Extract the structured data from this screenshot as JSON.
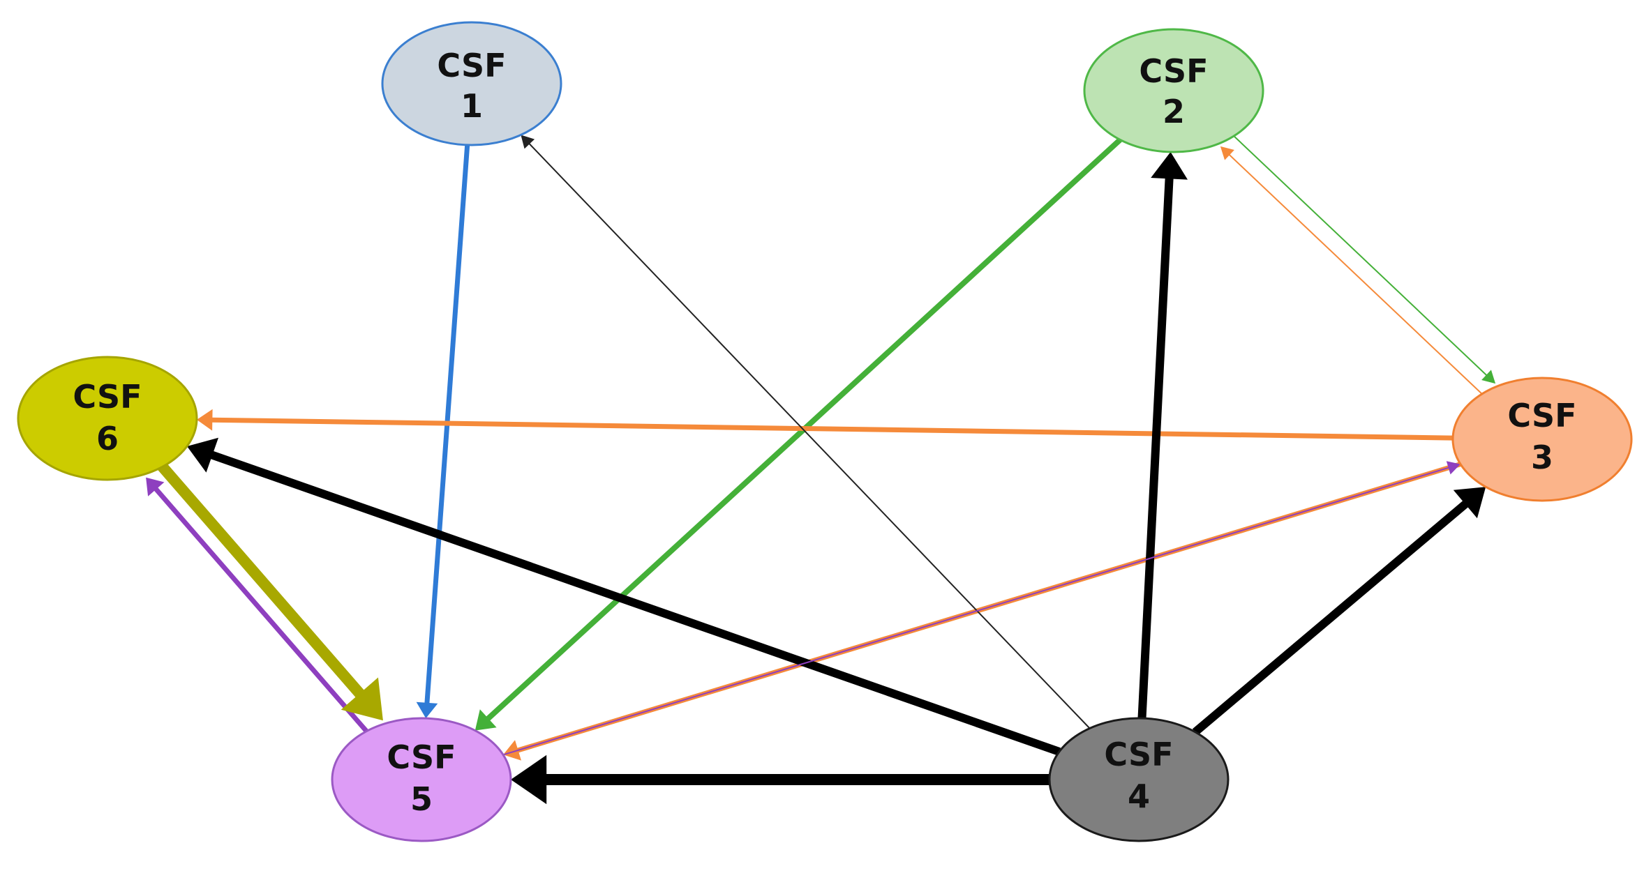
{
  "nodes": [
    {
      "id": "csf1",
      "line1": "CSF",
      "line2": "1",
      "fill": "#ccd6e0",
      "stroke": "#3b7fd0"
    },
    {
      "id": "csf2",
      "line1": "CSF",
      "line2": "2",
      "fill": "#bde3b3",
      "stroke": "#4fb847"
    },
    {
      "id": "csf3",
      "line1": "CSF",
      "line2": "3",
      "fill": "#fbb48a",
      "stroke": "#f07f2f"
    },
    {
      "id": "csf4",
      "line1": "CSF",
      "line2": "4",
      "fill": "#7f7f7f",
      "stroke": "#1a1a1a"
    },
    {
      "id": "csf5",
      "line1": "CSF",
      "line2": "5",
      "fill": "#dd9cf6",
      "stroke": "#9b59c4"
    },
    {
      "id": "csf6",
      "line1": "CSF",
      "line2": "6",
      "fill": "#cccc00",
      "stroke": "#a5a500"
    }
  ],
  "edges": [
    {
      "from": "csf1",
      "to": "csf5",
      "color": "#2f7bd6",
      "weight": "medium"
    },
    {
      "from": "csf2",
      "to": "csf5",
      "color": "#44b038",
      "weight": "medium-heavy"
    },
    {
      "from": "csf2",
      "to": "csf3",
      "color": "#44b038",
      "weight": "thin"
    },
    {
      "from": "csf3",
      "to": "csf2",
      "color": "#f58a3a",
      "weight": "thin"
    },
    {
      "from": "csf3",
      "to": "csf6",
      "color": "#f58a3a",
      "weight": "medium"
    },
    {
      "from": "csf3",
      "to": "csf5",
      "color": "#f58a3a",
      "weight": "medium"
    },
    {
      "from": "csf4",
      "to": "csf1",
      "color": "#222222",
      "weight": "thin"
    },
    {
      "from": "csf4",
      "to": "csf2",
      "color": "#000000",
      "weight": "heavy"
    },
    {
      "from": "csf4",
      "to": "csf3",
      "color": "#000000",
      "weight": "heavy"
    },
    {
      "from": "csf4",
      "to": "csf6",
      "color": "#000000",
      "weight": "heavy"
    },
    {
      "from": "csf4",
      "to": "csf5",
      "color": "#000000",
      "weight": "extra-heavy"
    },
    {
      "from": "csf5",
      "to": "csf3",
      "color": "#8e3fbf",
      "weight": "thin"
    },
    {
      "from": "csf5",
      "to": "csf6",
      "color": "#8e3fbf",
      "weight": "medium"
    },
    {
      "from": "csf6",
      "to": "csf5",
      "color": "#a8a800",
      "weight": "extra-heavy"
    }
  ]
}
